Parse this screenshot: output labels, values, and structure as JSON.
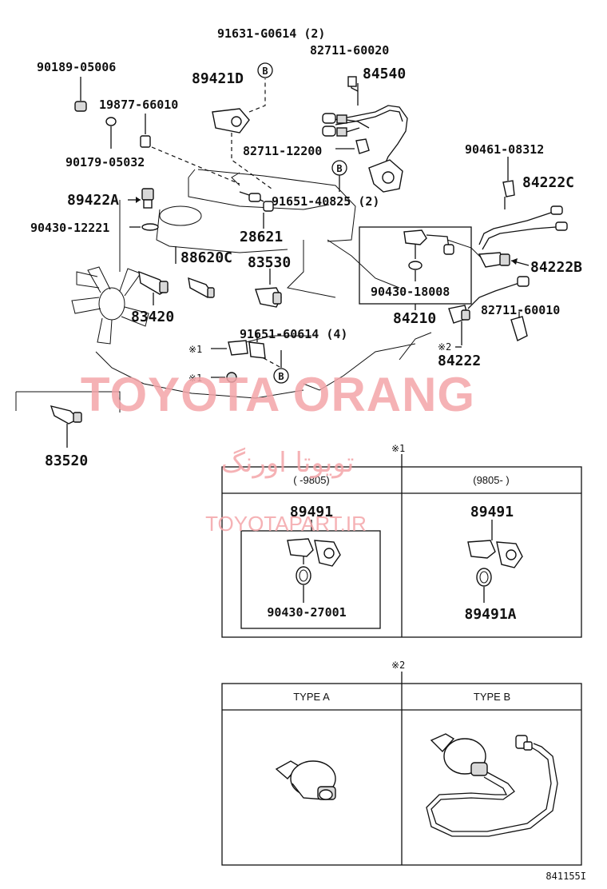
{
  "labels": {
    "p1": "91631-G0614 (2)",
    "p2": "82711-60020",
    "p3": "90189-05006",
    "p4": "89421D",
    "p5": "84540",
    "p6": "19877-66010",
    "p7": "90179-05032",
    "p8": "82711-12200",
    "p9": "90461-08312",
    "p10": "89422A",
    "p11": "91651-40825 (2)",
    "p12": "84222C",
    "p13": "90430-12221",
    "p14": "28621",
    "p15": "88620C",
    "p16": "83530",
    "p17": "84222B",
    "p18": "90430-18008",
    "p19": "83420",
    "p20": "84210",
    "p21": "82711-60010",
    "p22": "91651-60614 (4)",
    "p23": "84222",
    "p24": "83520",
    "p25": "89491",
    "p26": "90430-27001",
    "p27": "89491",
    "p28": "89491A"
  },
  "markers": {
    "b": "B",
    "note1": "※1",
    "note2": "※2"
  },
  "table1": {
    "ref": "※1",
    "col1_header": "(      -9805)",
    "col2_header": "(9805-      )"
  },
  "table2": {
    "ref": "※2",
    "col1_header": "TYPE A",
    "col2_header": "TYPE B"
  },
  "watermark": {
    "brand": "TOYOTA ORANG",
    "farsi": "تویوتا اورنگ",
    "site": "TOYOTAPART.IR"
  },
  "footer": {
    "code": "841155I"
  },
  "colors": {
    "watermark": "#f4a5a9",
    "line": "#111111"
  }
}
